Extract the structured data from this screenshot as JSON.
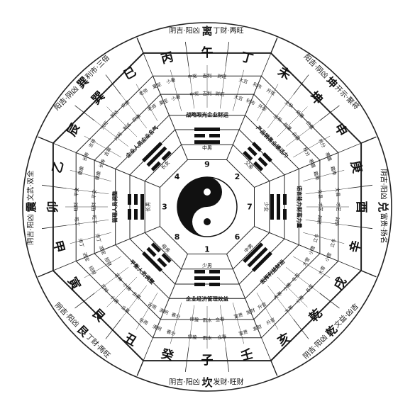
{
  "outer_labels": [
    {
      "id": "li",
      "prefix": "阴吉·阳凶",
      "main": "离",
      "suffix": "丁财·两旺"
    },
    {
      "id": "kun",
      "prefix": "阳吉·阴凶",
      "main": "坤",
      "suffix": "开示·聚将"
    },
    {
      "id": "dui",
      "prefix": "阴吉·阳凶",
      "main": "兑",
      "suffix": "富贵·扬名"
    },
    {
      "id": "qian",
      "prefix": "阴吉·阳凶",
      "main": "乾",
      "suffix": "文益·凶吉"
    },
    {
      "id": "kan",
      "prefix": "阴吉·阳凶",
      "main": "坎",
      "suffix": "发财·旺财"
    },
    {
      "id": "gen",
      "prefix": "阴吉·阳凶",
      "main": "艮",
      "suffix": "丁财·两旺"
    },
    {
      "id": "zhen",
      "prefix": "阴吉·阳凶",
      "main": "震",
      "suffix": "文武·双全"
    },
    {
      "id": "xun",
      "prefix": "阳吉·阴凶",
      "main": "巽",
      "suffix": "利市·三倍"
    }
  ],
  "mountains": [
    "丙",
    "午",
    "丁",
    "未",
    "坤",
    "申",
    "庚",
    "酉",
    "辛",
    "戌",
    "乾",
    "亥",
    "壬",
    "子",
    "癸",
    "丑",
    "艮",
    "寅",
    "甲",
    "卯",
    "乙",
    "辰",
    "巽",
    "巳"
  ],
  "cells": [
    [
      "老师",
      "夏至",
      "小暑"
    ],
    [
      "中奖",
      "吉利",
      "财旺"
    ],
    [
      "大吉",
      "利市",
      "开张"
    ],
    [
      "立秋",
      "处暑",
      "白露"
    ],
    [
      "秋分",
      "寒露",
      "霜降"
    ],
    [
      "文昌",
      "才艺",
      "进财"
    ],
    [
      "立冬",
      "小雪",
      "大雪"
    ],
    [
      "冬至",
      "小寒",
      "大寒"
    ],
    [
      "升官",
      "发财",
      "富贵"
    ],
    [
      "立春",
      "雨水",
      "惊蛰"
    ],
    [
      "春分",
      "清明",
      "谷雨"
    ],
    [
      "立夏",
      "小满",
      "芒种"
    ],
    [
      "招财",
      "进宝",
      "添丁"
    ],
    [
      "旺丁",
      "旺财",
      "平安"
    ],
    [
      "健康",
      "长寿",
      "吉祥"
    ],
    [
      "兴旺",
      "发达",
      "安康"
    ]
  ],
  "middle_phrases": [
    "战略眼光企业财运",
    "产品销售业绩活力",
    "语言能力财富力量",
    "发挥利益财运",
    "企业经济管理效益",
    "平衡人员调整",
    "管理人员调整",
    "企业人员企业名气"
  ],
  "inner_labels": [
    "中男",
    "父亲",
    "少女",
    "中男",
    "少男",
    "母亲",
    "长男",
    "长女"
  ],
  "numbers": [
    "9",
    "2",
    "7",
    "6",
    "1",
    "8",
    "3",
    "4"
  ]
}
